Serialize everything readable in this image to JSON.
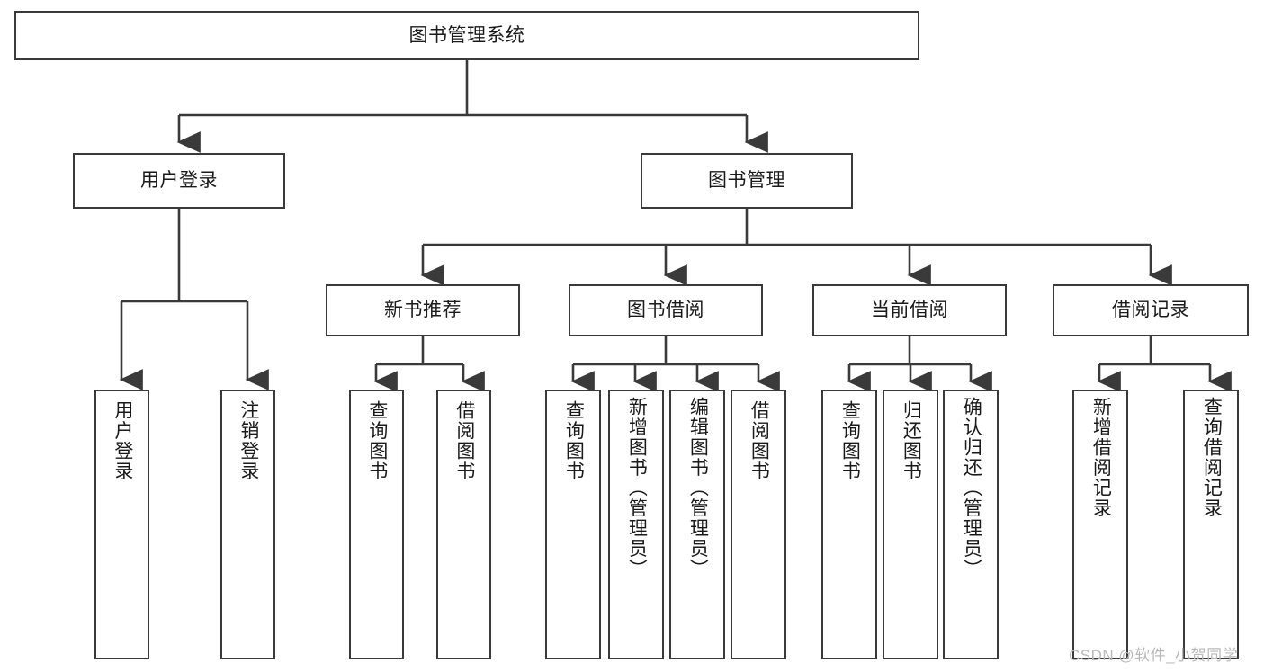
{
  "diagram": {
    "type": "tree",
    "title": "图书管理系统",
    "root": {
      "label": "图书管理系统"
    },
    "level1": [
      {
        "label": "用户登录"
      },
      {
        "label": "图书管理"
      }
    ],
    "level2": [
      {
        "label": "新书推荐"
      },
      {
        "label": "图书借阅"
      },
      {
        "label": "当前借阅"
      },
      {
        "label": "借阅记录"
      }
    ],
    "leaves": {
      "user_login": [
        {
          "label": "用户登录"
        },
        {
          "label": "注销登录"
        }
      ],
      "new_book_recommend": [
        {
          "label": "查询图书"
        },
        {
          "label": "借阅图书"
        }
      ],
      "book_borrow": [
        {
          "label": "查询图书"
        },
        {
          "label": "新增图书（管理员）"
        },
        {
          "label": "编辑图书（管理员）"
        },
        {
          "label": "借阅图书"
        }
      ],
      "current_borrow": [
        {
          "label": "查询图书"
        },
        {
          "label": "归还图书"
        },
        {
          "label": "确认归还（管理员）"
        }
      ],
      "borrow_record": [
        {
          "label": "新增借阅记录"
        },
        {
          "label": "查询借阅记录"
        }
      ]
    }
  },
  "watermark": {
    "text": "CSDN @软件_小贺同学"
  },
  "colors": {
    "border": "#3a3a3a",
    "text": "#1a1a1a",
    "background": "#ffffff",
    "watermark": "#b9b9b9"
  }
}
